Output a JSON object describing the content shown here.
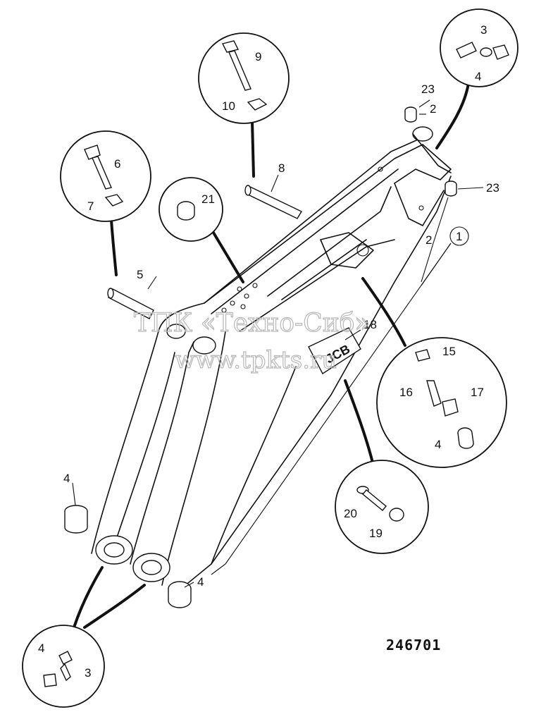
{
  "drawing_number": "246701",
  "watermark": {
    "line1": "ТПК «Техно-Сиб»",
    "line2": "www.tpkts.ru"
  },
  "callouts": {
    "c1": "1",
    "c2a": "2",
    "c2b": "2",
    "c3a": "3",
    "c3b": "3",
    "c4a": "4",
    "c4b": "4",
    "c4c": "4",
    "c4d": "4",
    "c4e": "4",
    "c5": "5",
    "c6": "6",
    "c7": "7",
    "c8": "8",
    "c9": "9",
    "c10": "10",
    "c15": "15",
    "c16": "16",
    "c17": "17",
    "c18": "18",
    "c19": "19",
    "c20": "20",
    "c21": "21",
    "c23a": "23",
    "c23b": "23"
  },
  "decal_text": "JCB"
}
